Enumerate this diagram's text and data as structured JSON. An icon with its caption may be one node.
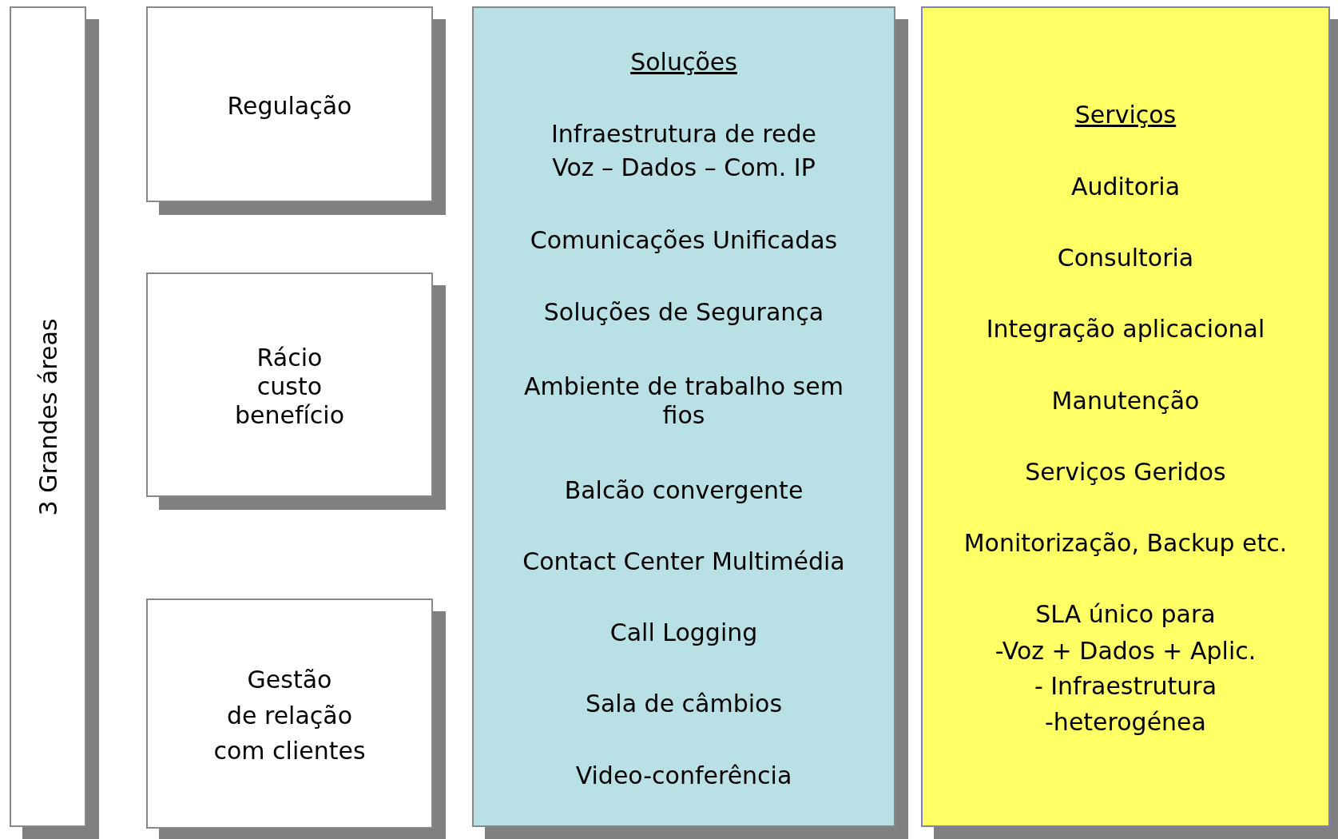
{
  "diagram": {
    "nodes": [
      {
        "text": [
          "3 Grandes áreas"
        ]
      },
      {
        "text": [
          "Regulação"
        ]
      },
      {
        "text": [
          "Rácio custo benefício"
        ]
      },
      {
        "text": [
          "Gestão",
          "de relação",
          "com clientes"
        ]
      },
      {
        "text": [
          "Soluções",
          "Infraestrutura de rede",
          "Voz – Dados – Com. IP",
          "Comunicações Unificadas",
          "Soluções de Segurança",
          "Ambiente de trabalho sem fios",
          "Balcão convergente",
          "Contact Center Multimédia",
          "Call Logging",
          "Sala de câmbios",
          "Video-conferência"
        ]
      },
      {
        "text": [
          "Serviços",
          "Auditoria",
          "Consultoria",
          "Integração aplicacional",
          "Manutenção",
          "Serviços Geridos",
          "Monitorização, Backup etc.",
          "SLA único para",
          "-Voz + Dados + Aplic.",
          "- Infraestrutura",
          "-heterogénea"
        ]
      }
    ]
  }
}
